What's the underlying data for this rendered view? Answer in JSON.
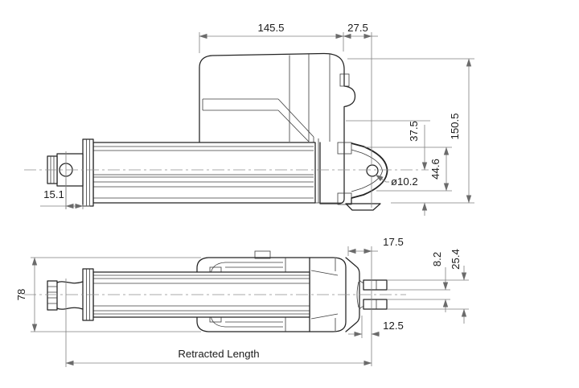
{
  "drawing": {
    "kind": "linear-actuator dimensional drawing",
    "colors": {
      "background": "#ffffff",
      "part_line": "#232323",
      "dimension_line": "#808080",
      "text": "#1b1b1b"
    },
    "side_view": {
      "housing_length": "145.5",
      "rear_pivot_offset": "27.5",
      "rod_eye_to_face": "15.1",
      "pivot_hole_diameter": "ø10.2",
      "centerline_to_bottom": "37.5",
      "rear_mount_height": "44.6",
      "overall_height": "150.5"
    },
    "plan_view": {
      "overall_width": "78",
      "rear_clevis_offset": "17.5",
      "clevis_pin_offset": "12.5",
      "fork_slot_width": "8.2",
      "fork_outer_width": "25.4",
      "retracted_length_label": "Retracted Length"
    }
  }
}
